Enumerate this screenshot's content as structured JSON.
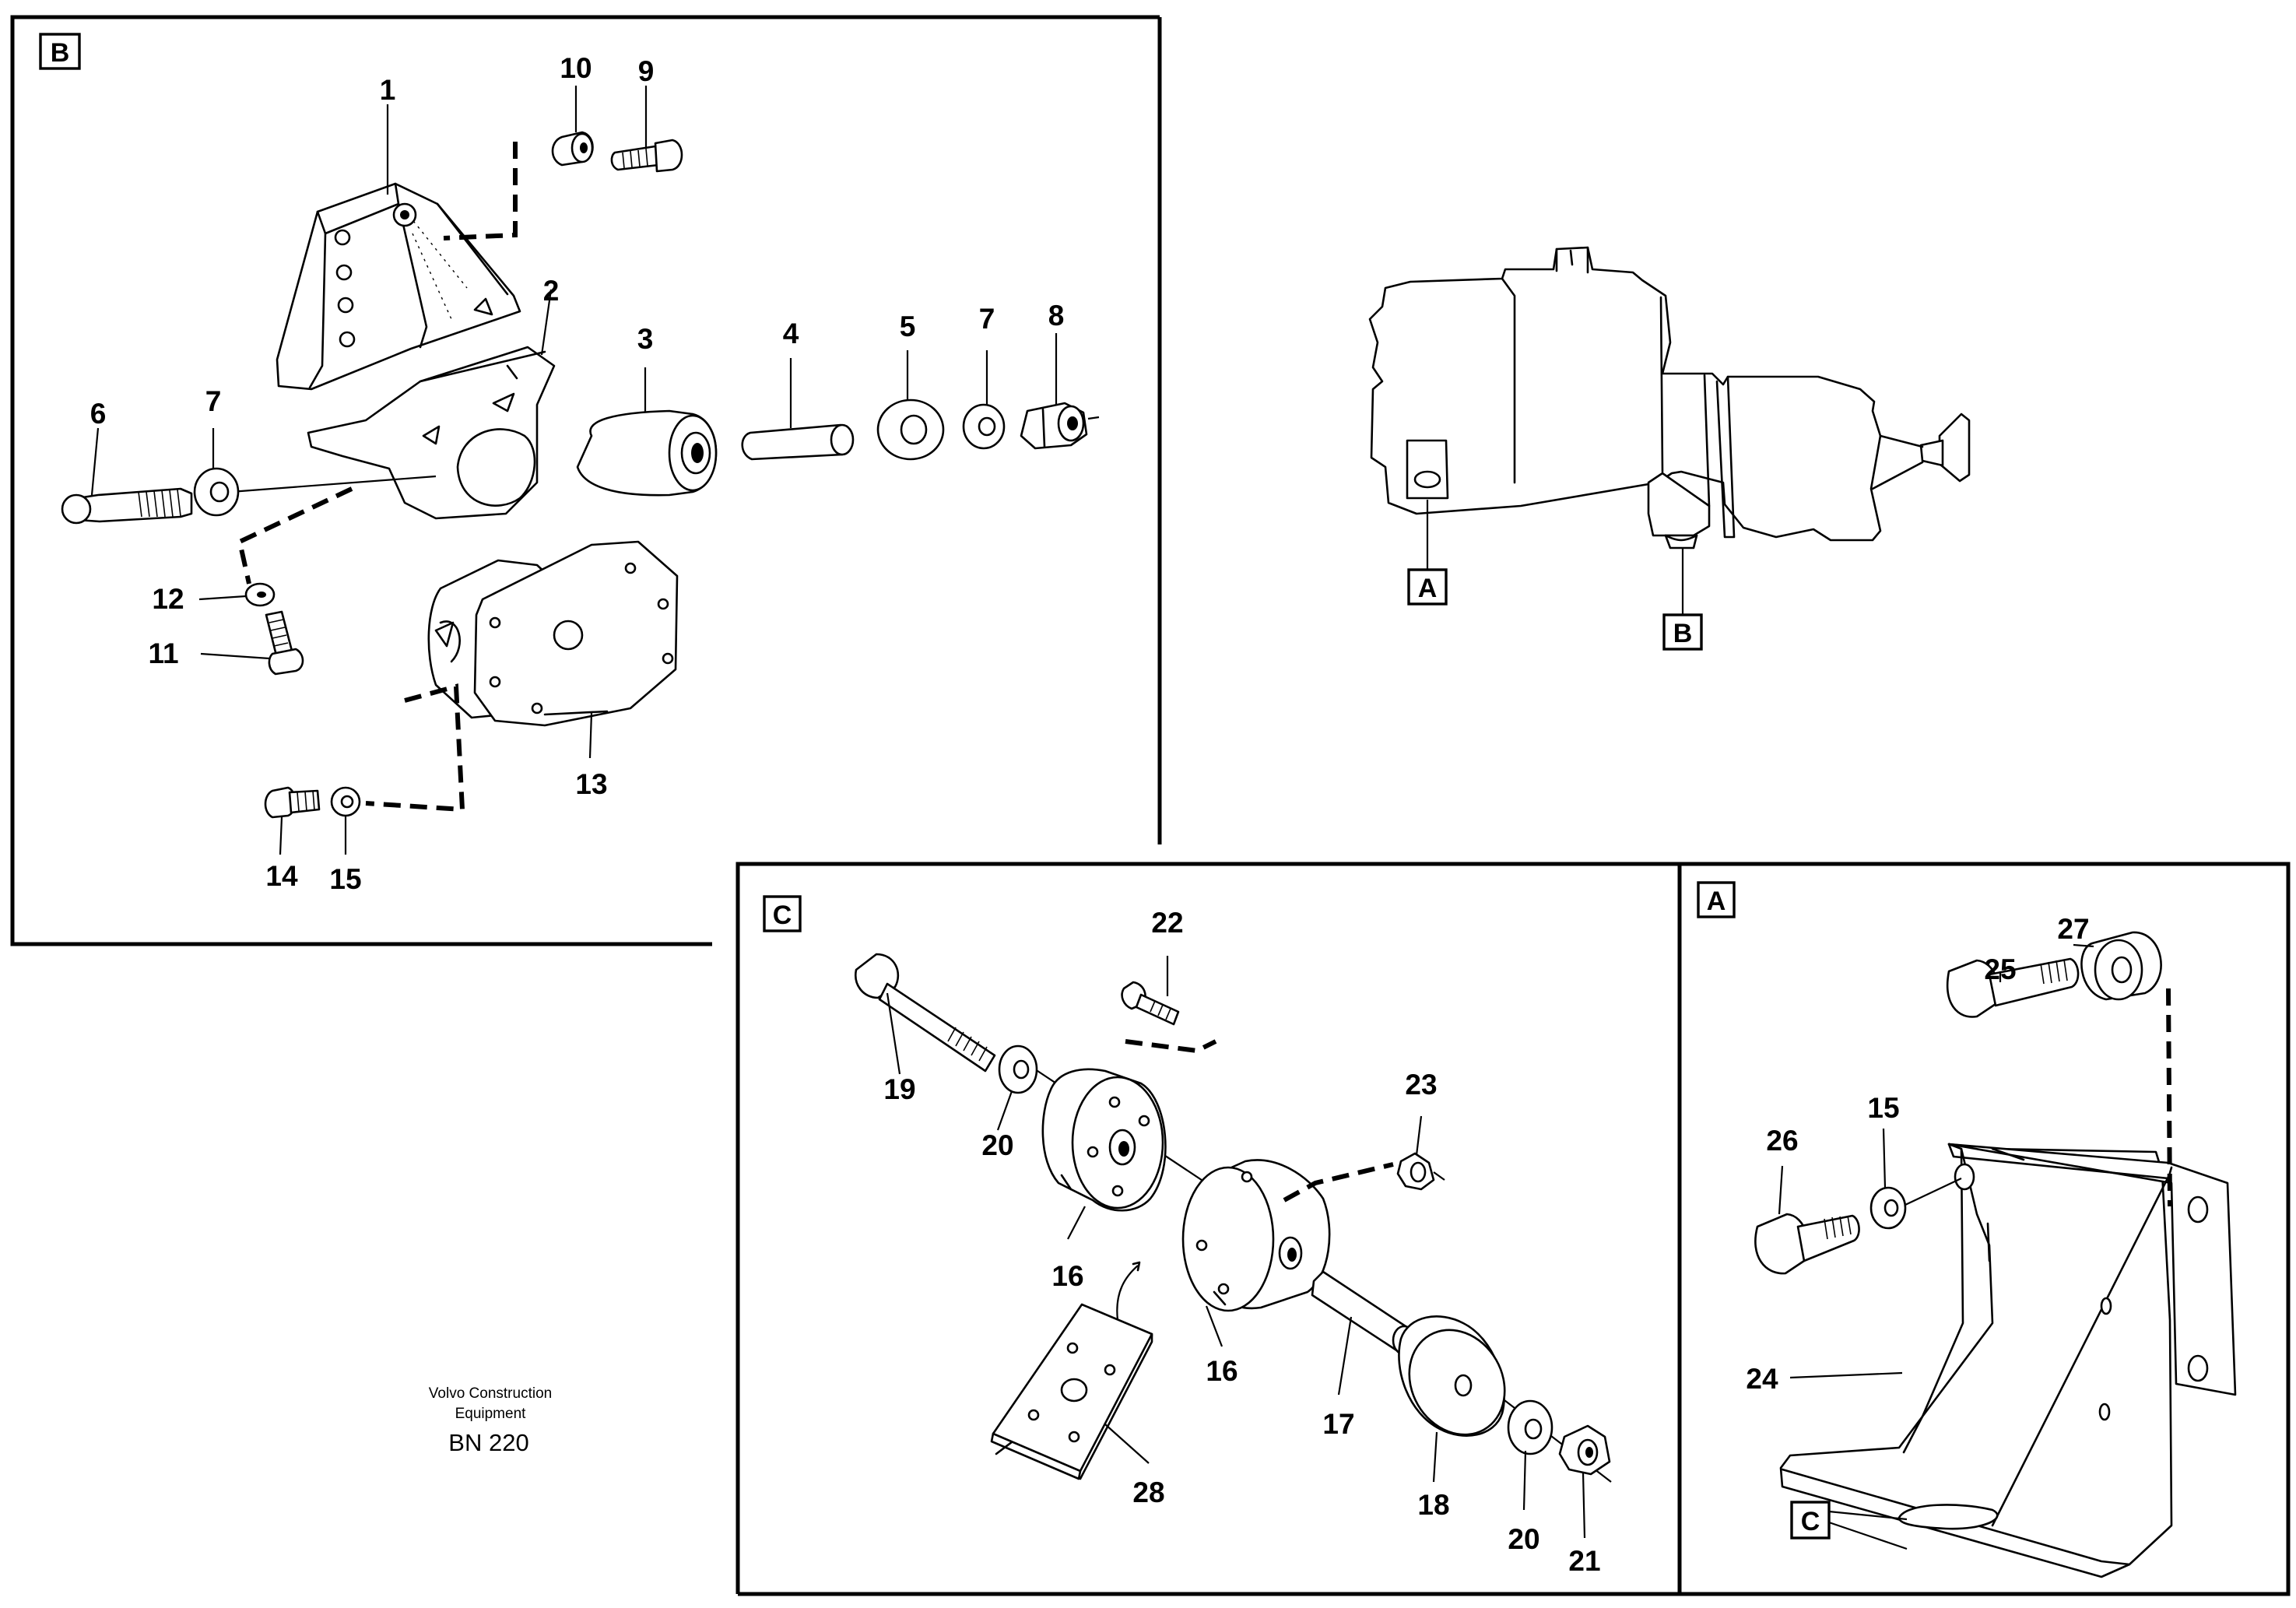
{
  "figure": {
    "panels": {
      "b": {
        "label": "B"
      },
      "c": {
        "label": "C"
      },
      "a": {
        "label": "A"
      }
    },
    "overview": {
      "ref_a": "A",
      "ref_b": "B"
    },
    "panel_a_ref_c": "C",
    "callouts": {
      "n1": "1",
      "n2": "2",
      "n3": "3",
      "n4": "4",
      "n5": "5",
      "n6": "6",
      "n7a": "7",
      "n7b": "7",
      "n8": "8",
      "n9": "9",
      "n10": "10",
      "n11": "11",
      "n12": "12",
      "n13": "13",
      "n14": "14",
      "n15a": "15",
      "n15b": "15",
      "n16a": "16",
      "n16b": "16",
      "n17": "17",
      "n18": "18",
      "n19": "19",
      "n20a": "20",
      "n20b": "20",
      "n21": "21",
      "n22": "22",
      "n23": "23",
      "n24": "24",
      "n25": "25",
      "n26": "26",
      "n27": "27",
      "n28": "28"
    },
    "caption": {
      "line1": "Volvo Construction",
      "line2": "Equipment",
      "code": "BN 220"
    }
  }
}
